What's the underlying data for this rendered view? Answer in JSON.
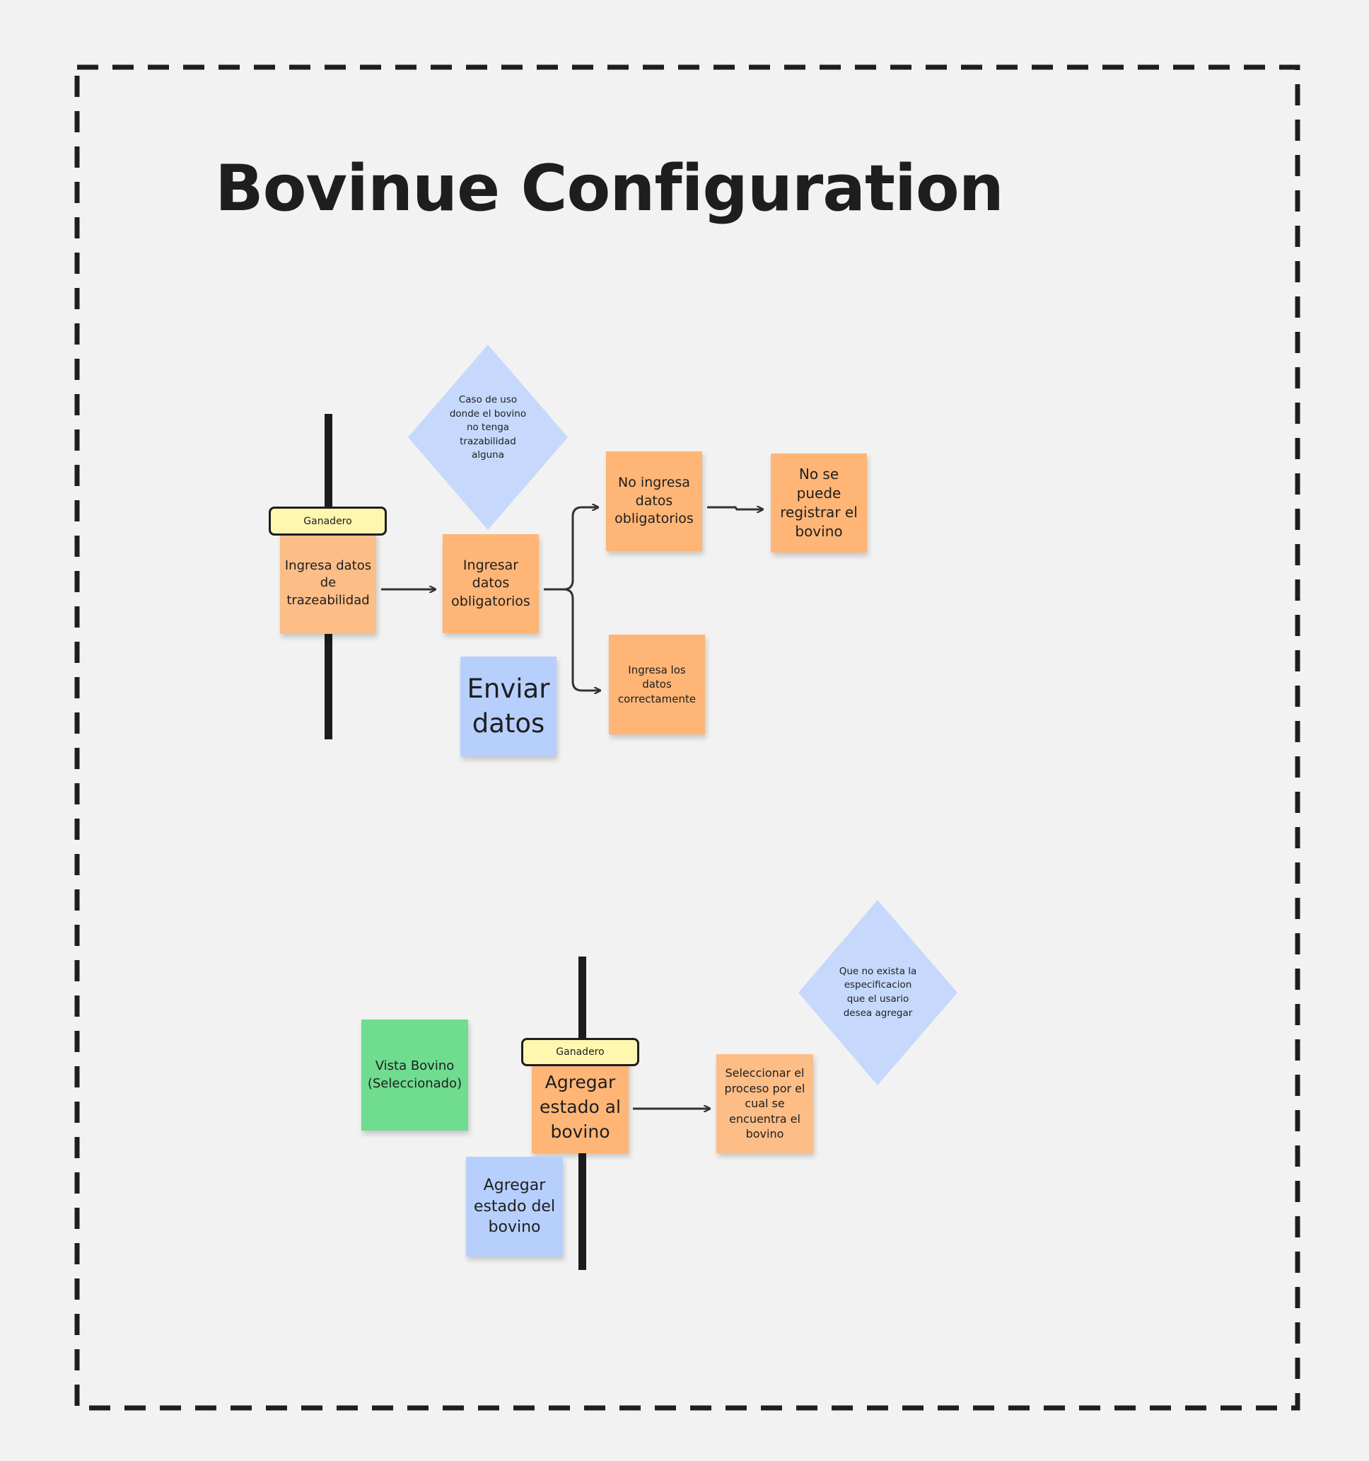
{
  "title": "Bovinue Configuration",
  "section1": {
    "actor": "Ganadero",
    "diamond": "Caso de uso donde el bovino no tenga trazabilidad alguna",
    "step1": "Ingresa datos de trazeabilidad",
    "step2": "Ingresar datos obligatorios",
    "branch_top": "No ingresa datos obligatorios",
    "result_top": "No se puede registrar el bovino",
    "branch_bottom": "Ingresa los datos correctamente",
    "action": "Enviar datos"
  },
  "section2": {
    "actor": "Ganadero",
    "view": "Vista Bovino (Seleccionado)",
    "step1": "Agregar estado al bovino",
    "action": "Agregar estado del bovino",
    "step2": "Seleccionar el proceso por el cual se encuentra el bovino",
    "diamond": "Que no exista la especificacion que el usario desea agregar"
  },
  "colors": {
    "orange_note": "#ffb576",
    "blue_note": "#b7cffc",
    "green_note": "#6fdc8f",
    "diamond": "#c6d9fc",
    "actor_fill": "#fff6b0",
    "frame": "#1e1e1e",
    "background": "#f2f2f2"
  }
}
